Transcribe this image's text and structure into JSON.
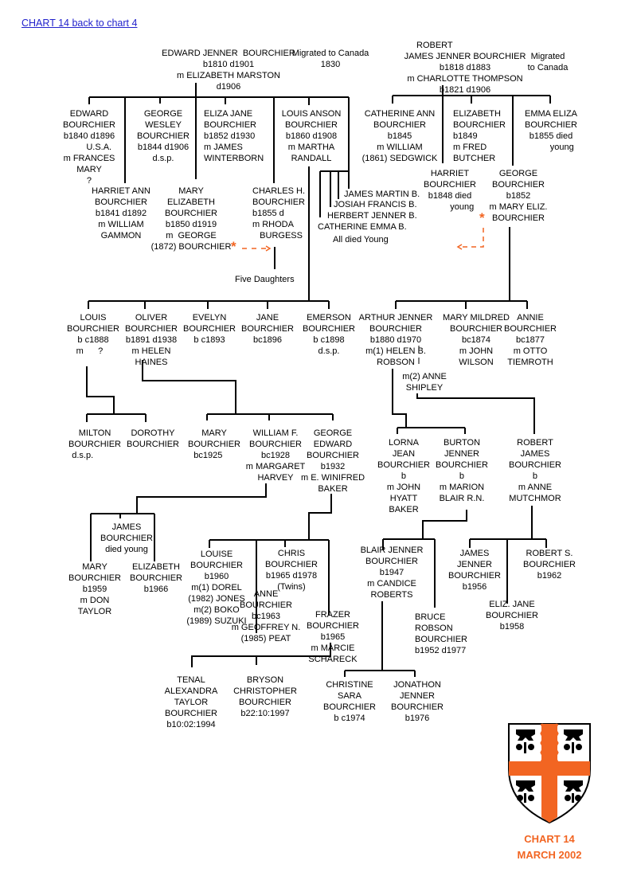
{
  "nav": {
    "back_link": "CHART 14 back to chart 4"
  },
  "colors": {
    "accent": "#f26522",
    "link": "#2222cc",
    "line": "#000000"
  },
  "gen1": {
    "edward_jenner": "EDWARD JENNER  BOURCHIER\nb1810 d1901\nm ELIZABETH MARSTON\nd1906",
    "edward_note": "Migrated to Canada\n1830",
    "robert_first": "ROBERT",
    "robert": "JAMES JENNER BOURCHIER\nb1818 d1883\nm CHARLOTTE THOMPSON\nb1821 d1906",
    "robert_note": "Migrated\nto Canada"
  },
  "gen2": {
    "edward": "EDWARD\nBOURCHIER\nb1840 d1896\n        U.S.A.\nm FRANCES\nMARY\n?",
    "george_wesley": "GEORGE\nWESLEY\nBOURCHIER\nb1844 d1906\nd.s.p.",
    "eliza_jane": "ELIZA JANE\nBOURCHIER\nb1852 d1930\nm JAMES\nWINTERBORN",
    "louis_anson": "LOUIS ANSON\nBOURCHIER\nb1860 d1908\nm MARTHA\nRANDALL",
    "harriet_ann": "HARRIET ANN\nBOURCHIER\nb1841 d1892\nm WILLIAM\nGAMMON",
    "mary_elizabeth": "MARY\nELIZABETH\nBOURCHIER\nb1850 d1919\nm  GEORGE\n(1872) BOURCHIER",
    "charles_h": "CHARLES H.\nBOURCHIER\nb1855 d\nm RHODA\n   BURGESS",
    "five_daughters": "Five Daughters",
    "james_martin": "JAMES MARTIN B.",
    "josiah_francis": "JOSIAH FRANCIS B.",
    "herbert_jenner": "HERBERT JENNER B.",
    "catherine_emma": "CATHERINE EMMA B.",
    "all_died_young": "All died Young",
    "catherine_ann": "CATHERINE ANN\nBOURCHIER\nb1845\nm WILLIAM\n(1861) SEDGWICK",
    "elizabeth": "ELIZABETH\nBOURCHIER\nb1849\nm FRED\nBUTCHER",
    "emma_eliza": "EMMA ELIZA\nBOURCHIER\nb1855 died\n         young",
    "harriet": "HARRIET\nBOURCHIER\nb1848 died\n          young",
    "george": "GEORGE\nBOURCHIER\nb1852\nm MARY ELIZ.\nBOURCHIER"
  },
  "gen3": {
    "louis": "LOUIS\nBOURCHIER\nb c1888\nm      ?   ",
    "oliver": "OLIVER\nBOURCHIER\nb1891 d1938\nm HELEN\nHAINES",
    "evelyn": "EVELYN\nBOURCHIER\nb c1893",
    "jane": "JANE\nBOURCHIER\nbc1896",
    "emerson": "EMERSON\nBOURCHIER\nb c1898\nd.s.p.",
    "arthur_jenner": "ARTHUR JENNER\nBOURCHIER\nb1880 d1970\nm(1) HELEN B.\nROBSON",
    "mary_mildred": "MARY MILDRED\nBOURCHIER\nbc1874\nm JOHN\nWILSON",
    "annie": "ANNIE\nBOURCHIER\nbc1877\nm OTTO\nTIEMROTH",
    "second_marriage": "m(2) ANNE\nSHIPLEY"
  },
  "gen4": {
    "milton": "MILTON\nBOURCHIER\nd.s.p.          ",
    "dorothy": "DOROTHY\nBOURCHIER",
    "mary": "MARY\nBOURCHIER\nbc1925     ",
    "william_f": "WILLIAM F.\nBOURCHIER\nbc1928\nm MARGARET\nHARVEY",
    "george_edward": "GEORGE\nEDWARD\nBOURCHIER\nb1932\nm E. WINIFRED\nBAKER",
    "lorna_jean": "LORNA\nJEAN\nBOURCHIER\nb\nm JOHN\nHYATT\nBAKER",
    "burton_jenner": "BURTON\nJENNER\nBOURCHIER\nb\nm MARION\nBLAIR R.N.",
    "robert_james": "ROBERT\nJAMES\nBOURCHIER\nb\nm ANNE\nMUTCHMOR"
  },
  "gen5": {
    "james": "JAMES\nBOURCHIER\ndied young",
    "mary": "MARY\nBOURCHIER\nb1959\nm DON\nTAYLOR",
    "elizabeth": "ELIZABETH\nBOURCHIER\nb1966",
    "louise": "LOUISE\nBOURCHIER\nb1960\nm(1) DOREL\n(1982) JONES\nm(2) BOKO\n(1989) SUZUKI",
    "chris": "CHRIS\nBOURCHIER\nb1965 d1978\n(Twins)",
    "anne": "ANNE\nBOURCHIER\nbc1963\nm GEOFFREY N.\n(1985) PEAT",
    "frazer": "FRAZER\nBOURCHIER\nb1965\nm MARCIE\nSCHARECK",
    "blair_jenner": "BLAIR JENNER\nBOURCHIER\nb1947\nm CANDICE\nROBERTS",
    "bruce_robson": "BRUCE\nROBSON\nBOURCHIER\nb1952 d1977",
    "james_jenner": "JAMES\nJENNER\nBOURCHIER\nb1956",
    "robert_s": "ROBERT S.\nBOURCHIER\nb1962",
    "eliz_jane": "ELIZ. JANE\nBOURCHIER\nb1958"
  },
  "gen6": {
    "tenal": "TENAL\nALEXANDRA\nTAYLOR\nBOURCHIER\nb10:02:1994",
    "bryson": "BRYSON\nCHRISTOPHER\nBOURCHIER\nb22:10:1997",
    "christine": "CHRISTINE\nSARA\nBOURCHIER\nb c1974",
    "jonathon": "JONATHON\nJENNER\nBOURCHIER\nb1976"
  },
  "footer": {
    "chart": "CHART 14",
    "date": "MARCH 2002"
  },
  "icons": {
    "coat_of_arms": "shield-with-orange-cross",
    "star": "asterisk"
  }
}
